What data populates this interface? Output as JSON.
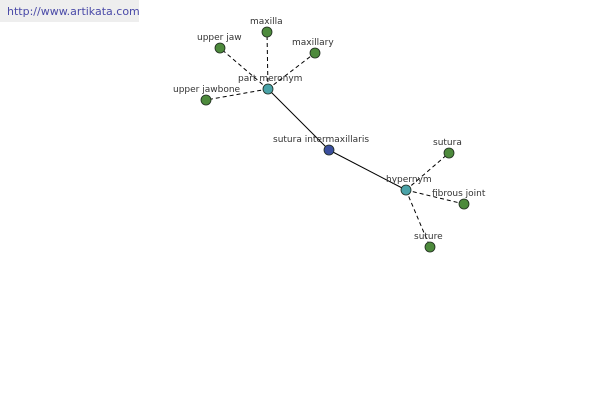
{
  "watermark": {
    "url": "http://www.artikata.com"
  },
  "colors": {
    "central_node": "#3b4f9e",
    "relation_node": "#4aa3a8",
    "term_node": "#4d8a3c",
    "solid_edge": "#000000",
    "dashed_edge": "#000000"
  },
  "graph": {
    "central": {
      "label": "sutura intermaxillaris"
    },
    "relations": [
      {
        "label": "part meronym",
        "terms": [
          "upper jaw",
          "maxilla",
          "maxillary",
          "upper jawbone"
        ]
      },
      {
        "label": "hypernym",
        "terms": [
          "sutura",
          "fibrous joint",
          "suture"
        ]
      }
    ]
  }
}
